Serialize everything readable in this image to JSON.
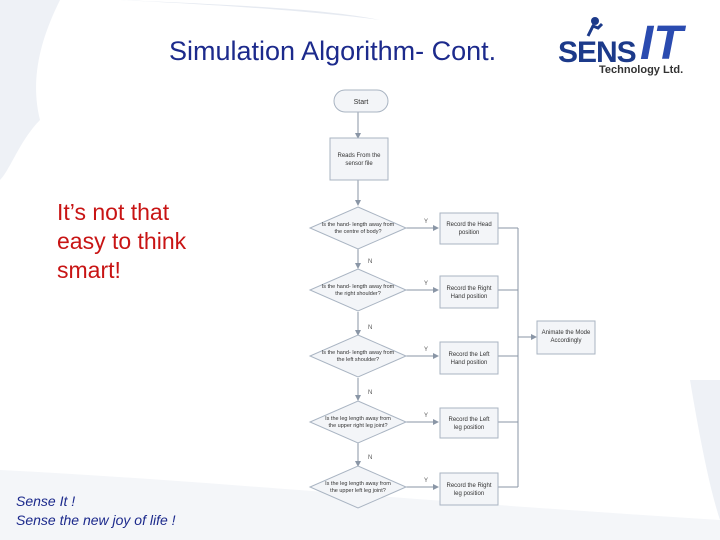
{
  "slide": {
    "title": "Simulation Algorithm- Cont.",
    "body": "It’s not that easy to think smart!",
    "tagline_1": "Sense It !",
    "tagline_2": "Sense the new joy of life !"
  },
  "logo": {
    "sens": "SENS",
    "it": "IT",
    "sub": "Technology Ltd."
  },
  "flowchart": {
    "start": "Start",
    "read": [
      "Reads From the",
      "sensor file"
    ],
    "decisions": [
      [
        "Is the hand- length away from",
        "the centre of body?"
      ],
      [
        "Is the hand- length away from",
        "the right shoulder?"
      ],
      [
        "Is the hand- length away from",
        "the left shoulder?"
      ],
      [
        "Is the leg length away from",
        "the upper right leg joint?"
      ],
      [
        "Is the leg length away from",
        "the upper left leg joint?"
      ]
    ],
    "actions": [
      [
        "Record the Head",
        "position"
      ],
      [
        "Record the Right",
        "Hand position"
      ],
      [
        "Record the Left",
        "Hand position"
      ],
      [
        "Record the Left",
        "leg position"
      ],
      [
        "Record the Right",
        "leg position"
      ]
    ],
    "animate": [
      "Animate the Mode",
      "Accordingly"
    ],
    "yes": "Y",
    "no": "N"
  },
  "colors": {
    "title": "#1c2a8c",
    "body": "#c81414",
    "node_fill": "#f3f5f8",
    "node_stroke": "#a9b4c2"
  }
}
